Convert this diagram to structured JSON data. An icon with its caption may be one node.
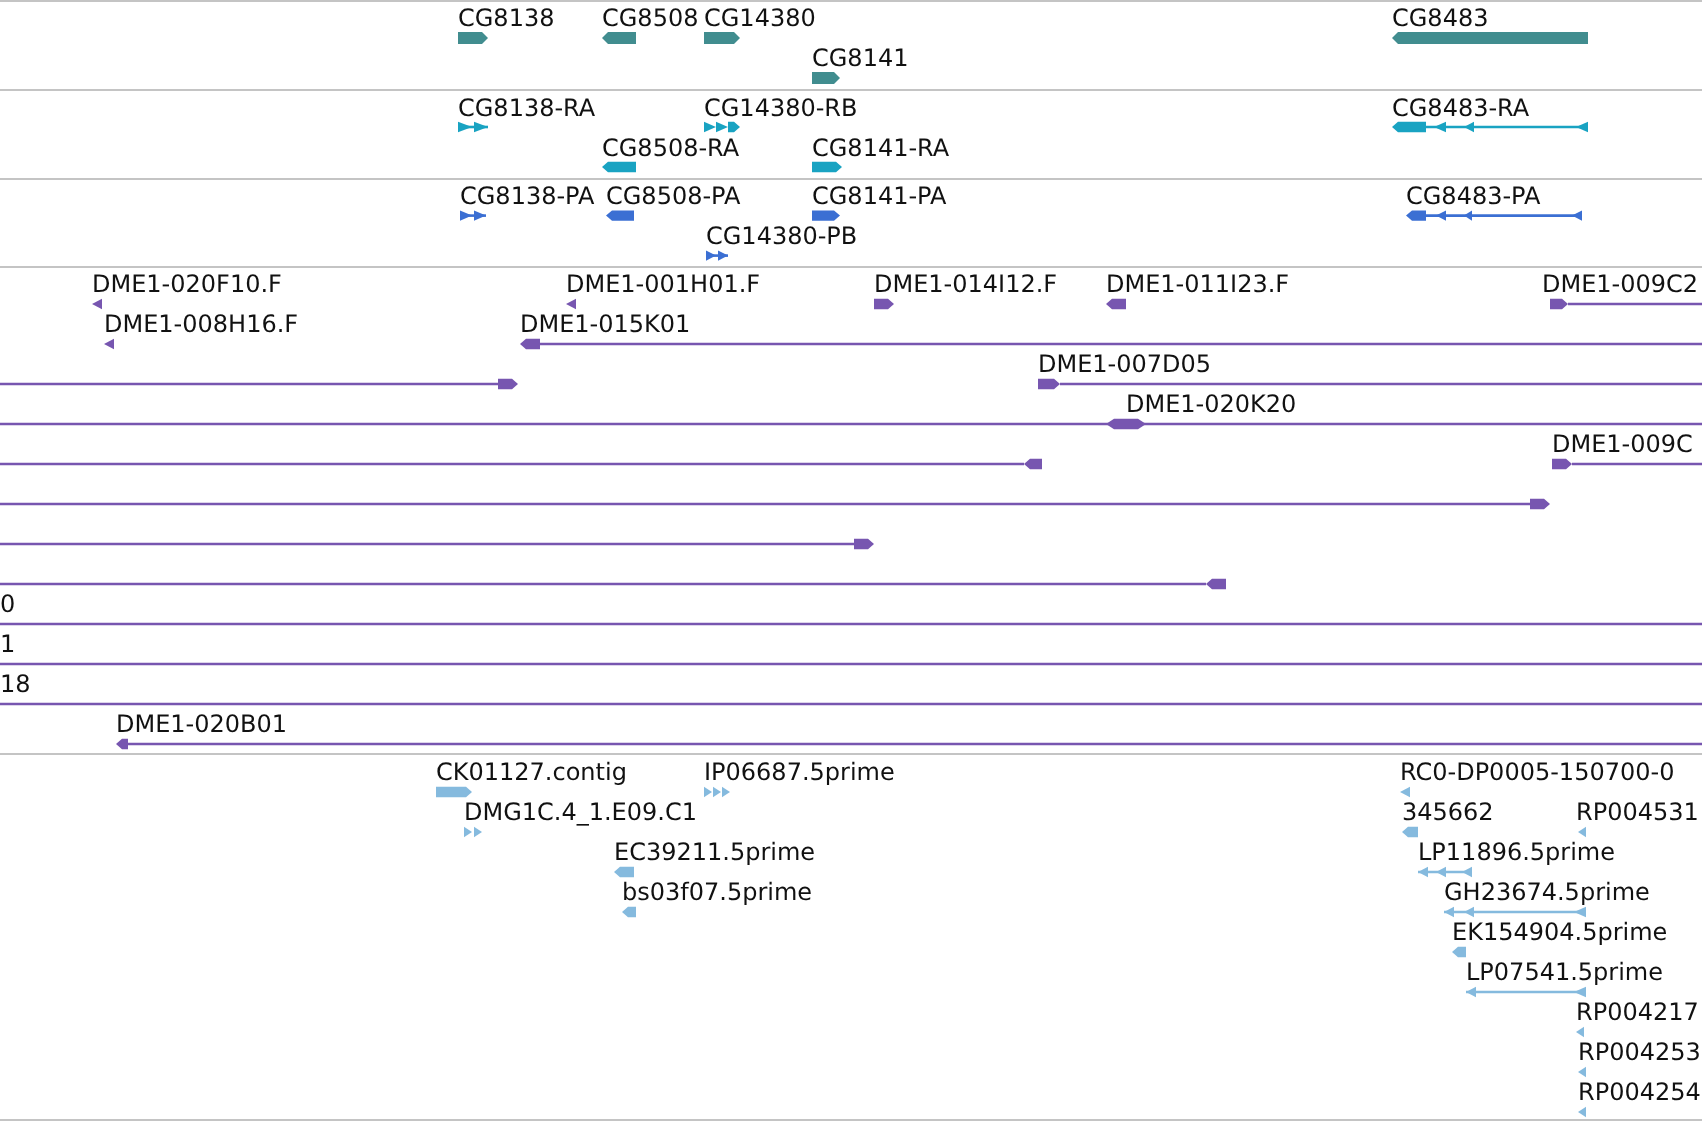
{
  "diagram": {
    "labels": [
      "CG8138",
      "CG8508",
      "CG14380",
      "CG8483",
      "CG8141",
      "CG8138-RA",
      "CG14380-RB",
      "CG8483-RA",
      "CG8508-RA",
      "CG8141-RA",
      "CG8138-PA",
      "CG8508-PA",
      "CG8141-PA",
      "CG8483-PA",
      "CG14380-PB",
      "DME1-020F10.F",
      "DME1-001H01.F",
      "DME1-014I12.F",
      "DME1-011I23.F",
      "DME1-009C2",
      "DME1-008H16.F",
      "DME1-015K01",
      "DME1-007D05",
      "DME1-020K20",
      "DME1-009C",
      "0",
      "1",
      "18",
      "DME1-020B01",
      "CK01127.contig",
      "IP06687.5prime",
      "RC0-DP0005-150700-0",
      "DMG1C.4_1.E09.C1",
      "345662",
      "RP004531",
      "EC39211.5prime",
      "LP11896.5prime",
      "bs03f07.5prime",
      "GH23674.5prime",
      "EK154904.5prime",
      "LP07541.5prime",
      "RP004217",
      "RP004253",
      "RP004254"
    ]
  }
}
